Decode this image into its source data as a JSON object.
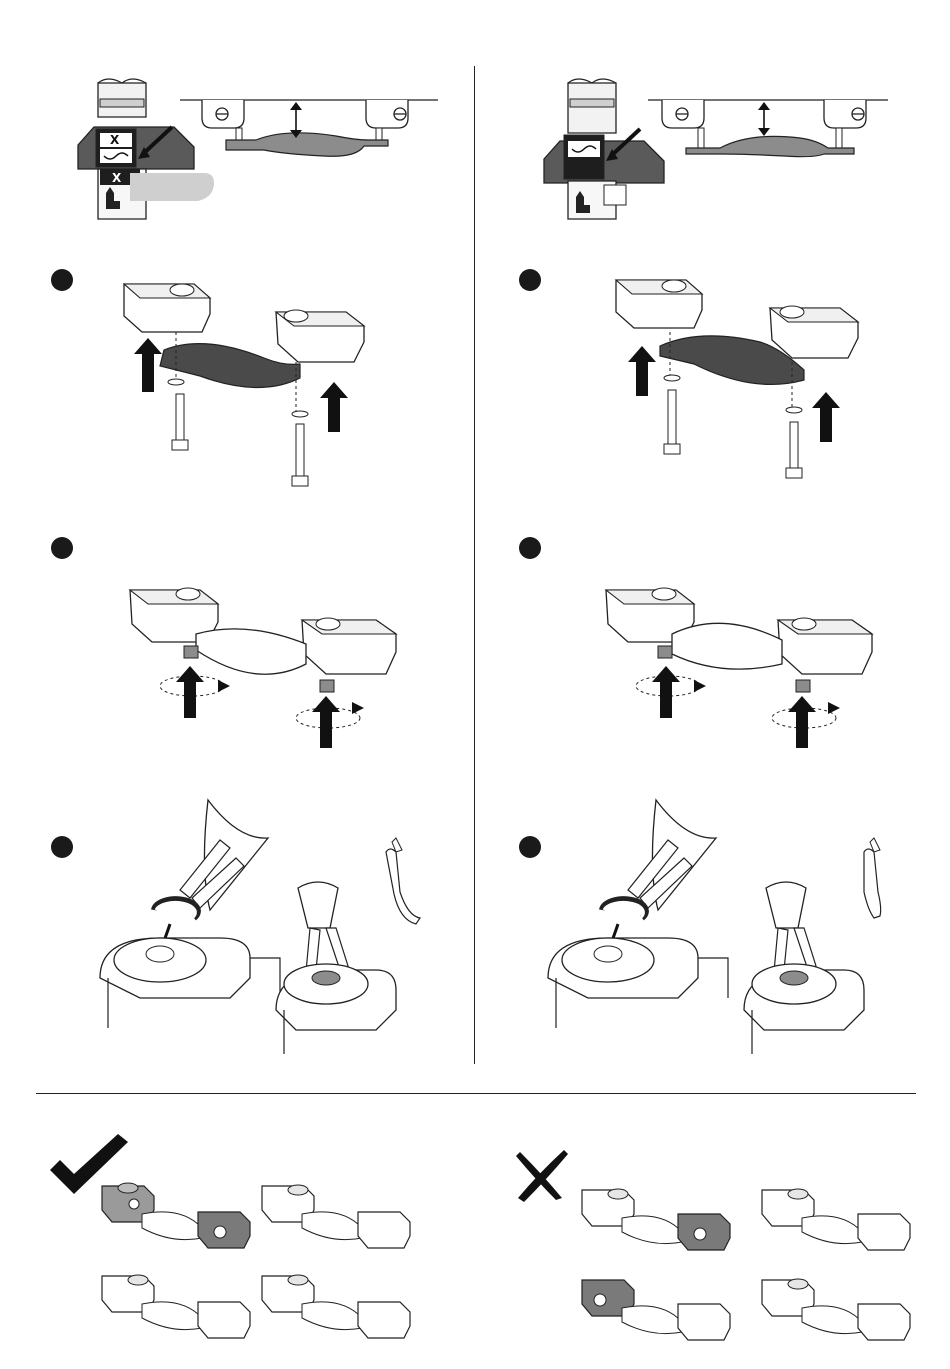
{
  "diagram": {
    "sections": [
      {
        "id": "left-column",
        "steps": 4
      },
      {
        "id": "right-column",
        "steps": 4
      }
    ],
    "gauge_symbols": {
      "cross_mark": "X",
      "check_mark": "✓"
    },
    "result_markers": {
      "correct": "check-mark-icon",
      "incorrect": "cross-mark-icon"
    },
    "colors": {
      "ink": "#1a1a1a",
      "dark_part": "#4a4a4a",
      "mid_part": "#8c8c8c",
      "light_part": "#d0d0d0",
      "paper": "#ffffff"
    }
  }
}
